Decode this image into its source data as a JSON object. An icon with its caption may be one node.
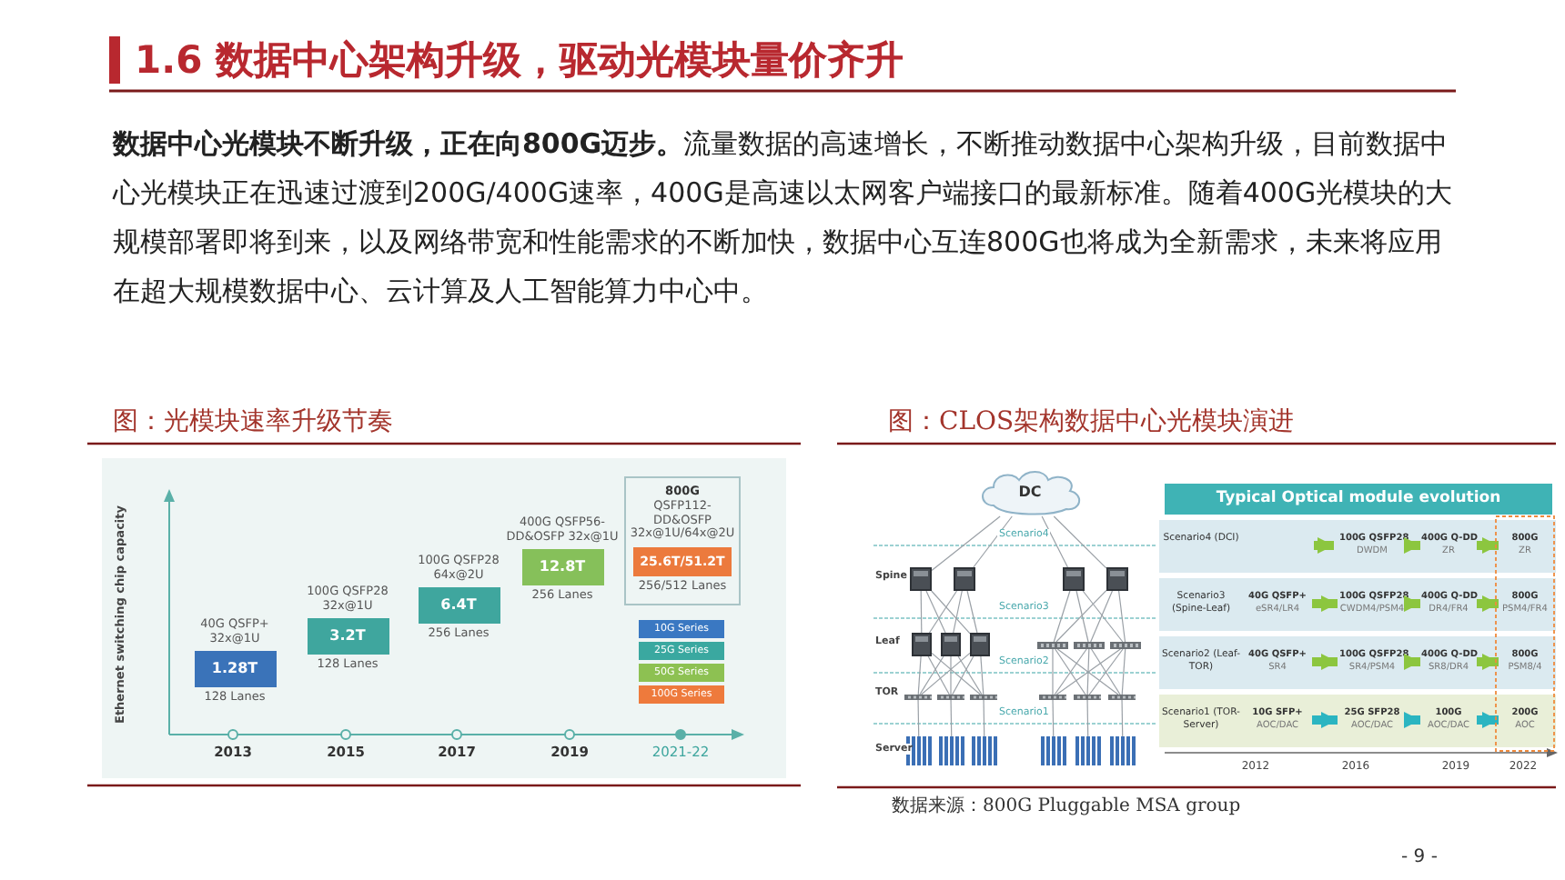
{
  "diagram": {
    "title": "1.6 数据中心架构升级，驱动光模块量价齐升",
    "nodes": [
      {
        "text": [
          "40G QSFP+ 32x@1U",
          "1.28T"
        ],
        "beside": [
          "128 Lanes"
        ]
      },
      {
        "text": [
          "100G QSFP28 32x@1U",
          "3.2T"
        ],
        "beside": [
          "128 Lanes"
        ]
      },
      {
        "text": [
          "100G QSFP28 64x@2U",
          "6.4T"
        ],
        "beside": [
          "256 Lanes"
        ]
      },
      {
        "text": [
          "400G QSFP56-DD&OSFP 32x@1U",
          "12.8T"
        ],
        "beside": [
          "256 Lanes"
        ]
      },
      {
        "text": [
          "800G",
          "QSFP112-DD&OSFP 32x@1U/64x@2U"
        ]
      },
      {
        "text": [
          "25.6T/51.2T"
        ],
        "in": 4,
        "beside": [
          "256/512 Lanes"
        ]
      },
      {
        "text": [
          "DC"
        ]
      },
      {
        "text": [],
        "shape": "picture"
      },
      {
        "text": [],
        "shape": "picture"
      },
      {
        "text": [],
        "shape": "picture"
      },
      {
        "text": [],
        "shape": "picture"
      },
      {
        "text": [],
        "shape": "picture"
      },
      {
        "text": [],
        "shape": "picture"
      },
      {
        "text": [],
        "shape": "picture"
      },
      {
        "text": [],
        "shape": "picture"
      },
      {
        "text": [],
        "shape": "picture"
      },
      {
        "text": [],
        "shape": "picture"
      },
      {
        "text": [],
        "shape": "bar"
      },
      {
        "text": [],
        "shape": "bar"
      },
      {
        "text": [],
        "shape": "bar"
      },
      {
        "text": [],
        "shape": "bar"
      },
      {
        "text": [],
        "shape": "bar"
      },
      {
        "text": [],
        "shape": "bar"
      },
      {
        "text": [],
        "shape": "picture"
      },
      {
        "text": [],
        "shape": "picture"
      },
      {
        "text": [],
        "shape": "picture"
      },
      {
        "text": [],
        "shape": "picture"
      },
      {
        "text": [],
        "shape": "picture"
      },
      {
        "text": [],
        "shape": "picture"
      },
      {
        "text": [
          "Typical Optical module evolution"
        ]
      },
      {
        "text": [
          "Scenario4 (DCI)"
        ]
      },
      {
        "text": [
          "100G QSFP28",
          "DWDM"
        ],
        "in": 30
      },
      {
        "text": [
          "400G Q-DD",
          "ZR"
        ],
        "in": 30
      },
      {
        "text": [
          "800G",
          "ZR"
        ],
        "in": 30
      },
      {
        "text": [
          "Scenario3 (Spine-Leaf)"
        ]
      },
      {
        "text": [
          "40G QSFP+",
          "eSR4/LR4"
        ],
        "in": 34
      },
      {
        "text": [
          "100G QSFP28",
          "CWDM4/PSM4"
        ],
        "in": 34
      },
      {
        "text": [
          "400G Q-DD",
          "DR4/FR4"
        ],
        "in": 34
      },
      {
        "text": [
          "800G",
          "PSM4/FR4"
        ],
        "in": 34
      },
      {
        "text": [
          "Scenario2 (Leaf-TOR)"
        ]
      },
      {
        "text": [
          "40G QSFP+",
          "SR4"
        ],
        "in": 39
      },
      {
        "text": [
          "100G QSFP28",
          "SR4/PSM4"
        ],
        "in": 39
      },
      {
        "text": [
          "400G Q-DD",
          "SR8/DR4"
        ],
        "in": 39
      },
      {
        "text": [
          "800G",
          "PSM8/4"
        ],
        "in": 39
      },
      {
        "text": [
          "Scenario1 (TOR-Server)"
        ]
      },
      {
        "text": [
          "10G SFP+",
          "AOC/DAC"
        ],
        "in": 44
      },
      {
        "text": [
          "25G SFP28",
          "AOC/DAC"
        ],
        "in": 44
      },
      {
        "text": [
          "100G",
          "AOC/DAC"
        ],
        "in": 44
      },
      {
        "text": [
          "200G",
          "AOC"
        ],
        "in": 44
      }
    ],
    "edges": [
      {
        "from": 6,
        "to": 7,
        "arrow": "none"
      },
      {
        "from": 6,
        "to": 8,
        "arrow": "none"
      },
      {
        "from": 6,
        "to": 9,
        "arrow": "none"
      },
      {
        "from": 6,
        "to": 10,
        "arrow": "none"
      },
      {
        "from": 7,
        "to": 11,
        "arrow": "none"
      },
      {
        "from": 7,
        "to": 12,
        "arrow": "none"
      },
      {
        "from": 7,
        "to": 13,
        "arrow": "none"
      },
      {
        "from": 8,
        "to": 11,
        "arrow": "none"
      },
      {
        "from": 8,
        "to": 12,
        "arrow": "none"
      },
      {
        "from": 8,
        "to": 13,
        "arrow": "none"
      },
      {
        "from": 9,
        "to": 14,
        "arrow": "none"
      },
      {
        "from": 9,
        "to": 15,
        "arrow": "none"
      },
      {
        "from": 9,
        "to": 16,
        "arrow": "none"
      },
      {
        "from": 10,
        "to": 14,
        "arrow": "none"
      },
      {
        "from": 10,
        "to": 15,
        "arrow": "none"
      },
      {
        "from": 10,
        "to": 16,
        "arrow": "none"
      },
      {
        "from": 11,
        "to": 17,
        "arrow": "none"
      },
      {
        "from": 11,
        "to": 18,
        "arrow": "none"
      },
      {
        "from": 11,
        "to": 19,
        "arrow": "none"
      },
      {
        "from": 12,
        "to": 17,
        "arrow": "none"
      },
      {
        "from": 12,
        "to": 18,
        "arrow": "none"
      },
      {
        "from": 12,
        "to": 19,
        "arrow": "none"
      },
      {
        "from": 13,
        "to": 17,
        "arrow": "none"
      },
      {
        "from": 13,
        "to": 18,
        "arrow": "none"
      },
      {
        "from": 13,
        "to": 19,
        "arrow": "none"
      },
      {
        "from": 14,
        "to": 20,
        "arrow": "none"
      },
      {
        "from": 14,
        "to": 21,
        "arrow": "none"
      },
      {
        "from": 14,
        "to": 22,
        "arrow": "none"
      },
      {
        "from": 15,
        "to": 20,
        "arrow": "none"
      },
      {
        "from": 15,
        "to": 21,
        "arrow": "none"
      },
      {
        "from": 15,
        "to": 22,
        "arrow": "none"
      },
      {
        "from": 16,
        "to": 20,
        "arrow": "none"
      },
      {
        "from": 16,
        "to": 21,
        "arrow": "none"
      },
      {
        "from": 16,
        "to": 22,
        "arrow": "none"
      },
      {
        "from": 17,
        "to": 23,
        "arrow": "none"
      },
      {
        "from": 18,
        "to": 24,
        "arrow": "none"
      },
      {
        "from": 19,
        "to": 25,
        "arrow": "none"
      },
      {
        "from": 20,
        "to": 26,
        "arrow": "none"
      },
      {
        "from": 21,
        "to": 27,
        "arrow": "none"
      },
      {
        "from": 22,
        "to": 28,
        "arrow": "none"
      },
      {
        "from": null,
        "to": 31,
        "arrow": "to",
        "style": "thick",
        "color": "#8cc63f"
      },
      {
        "from": 31,
        "to": 32,
        "arrow": "to",
        "style": "thick",
        "color": "#8cc63f"
      },
      {
        "from": 32,
        "to": 33,
        "arrow": "to",
        "style": "thick",
        "color": "#8cc63f"
      },
      {
        "from": 35,
        "to": 36,
        "arrow": "to",
        "style": "thick",
        "color": "#8cc63f"
      },
      {
        "from": 36,
        "to": 37,
        "arrow": "to",
        "style": "thick",
        "color": "#8cc63f"
      },
      {
        "from": 37,
        "to": 38,
        "arrow": "to",
        "style": "thick",
        "color": "#8cc63f"
      },
      {
        "from": 40,
        "to": 41,
        "arrow": "to",
        "style": "thick",
        "color": "#8cc63f"
      },
      {
        "from": 41,
        "to": 42,
        "arrow": "to",
        "style": "thick",
        "color": "#8cc63f"
      },
      {
        "from": 42,
        "to": 43,
        "arrow": "to",
        "style": "thick",
        "color": "#8cc63f"
      },
      {
        "from": 45,
        "to": 46,
        "arrow": "to",
        "style": "thick",
        "color": "#2bb5c1"
      },
      {
        "from": 46,
        "to": 47,
        "arrow": "to",
        "style": "thick",
        "color": "#2bb5c1"
      },
      {
        "from": 47,
        "to": 48,
        "arrow": "to",
        "style": "thick",
        "color": "#2bb5c1"
      }
    ],
    "labels": [
      "**数据中心光模块不断升级，正在向800G迈步。**流量数据的高速增长，不断推动数据中心架构升级，目前数据中心光模块正在迅速过渡到200G/400G速率，400G是高速以太网客户端接口的最新标准。随着400G光模块的大规模部署即将到来，以及网络带宽和性能需求的不断加快，数据中心互连800G也将成为全新需求，未来将应用在超大规模数据中心、云计算及人工智能算力中心中。",
      "图：光模块速率升级节奏",
      "Ethernet switching chip capacity",
      "2013",
      "2015",
      "2017",
      "2019",
      "2021-22",
      "图：CLOS架构数据中心光模块演进",
      "Scenario4",
      "Spine",
      "Scenario3",
      "Leaf",
      "Scenario2",
      "TOR",
      "Scenario1",
      "Server",
      "2012",
      "2016",
      "2019",
      "2022",
      "数据来源：800G Pluggable MSA group",
      "- 9 -"
    ],
    "legend": [
      {
        "text": "10G Series",
        "color": "#3a78c2"
      },
      {
        "text": "25G Series",
        "color": "#3aa8a0"
      },
      {
        "text": "50G Series",
        "color": "#8dc152"
      },
      {
        "text": "100G Series",
        "color": "#ee7a3c"
      }
    ]
  }
}
